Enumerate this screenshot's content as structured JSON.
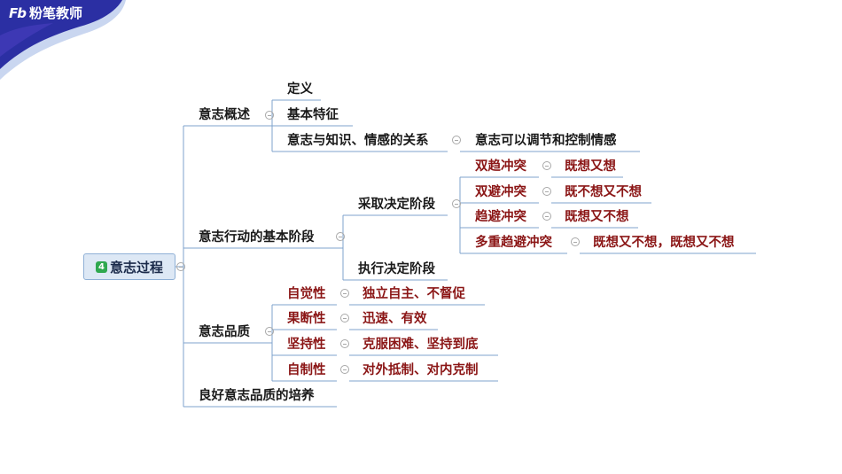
{
  "brand": {
    "logo_mark": "Fb",
    "name": "粉笔教师"
  },
  "colors": {
    "brand_blue": "#2a2a9a",
    "line_blue": "#7fa3cc",
    "detail_red": "#8b1616"
  },
  "root": {
    "badge": "4",
    "label": "意志过程"
  },
  "overview": {
    "label": "意志概述",
    "definition": "定义",
    "features": "基本特征",
    "relation": "意志与知识、情感的关系",
    "relation_detail": "意志可以调节和控制情感"
  },
  "stages": {
    "label": "意志行动的基本阶段",
    "decision": {
      "label": "采取决定阶段",
      "conflicts": [
        {
          "name": "双趋冲突",
          "desc": "既想又想"
        },
        {
          "name": "双避冲突",
          "desc": "既不想又不想"
        },
        {
          "name": "趋避冲突",
          "desc": "既想又不想"
        },
        {
          "name": "多重趋避冲突",
          "desc": "既想又不想，既想又不想"
        }
      ]
    },
    "execution": "执行决定阶段"
  },
  "qualities": {
    "label": "意志品质",
    "items": [
      {
        "name": "自觉性",
        "desc": "独立自主、不督促"
      },
      {
        "name": "果断性",
        "desc": "迅速、有效"
      },
      {
        "name": "坚持性",
        "desc": "克服困难、坚持到底"
      },
      {
        "name": "自制性",
        "desc": "对外抵制、对内克制"
      }
    ]
  },
  "cultivation": "良好意志品质的培养"
}
